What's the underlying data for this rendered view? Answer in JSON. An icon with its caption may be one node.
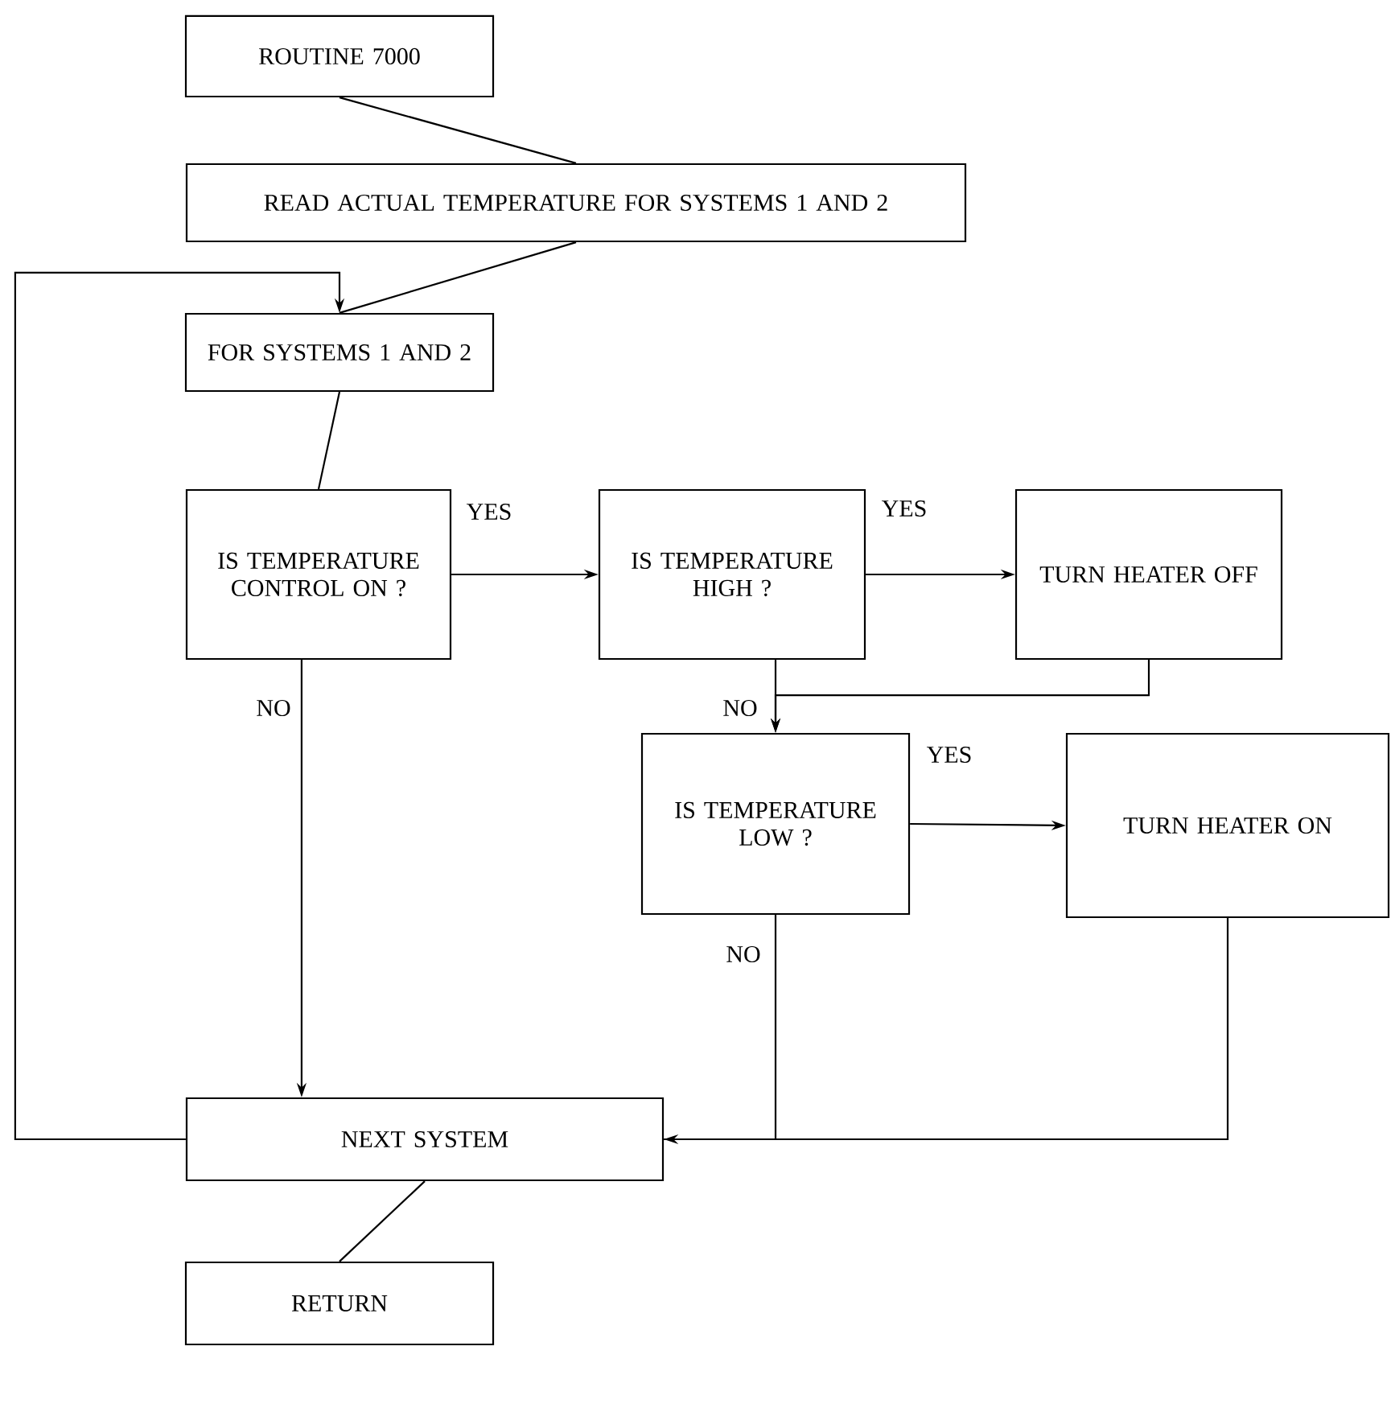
{
  "diagram": {
    "nodes": [
      {
        "text": [
          "ROUTINE 7000"
        ]
      },
      {
        "text": [
          "READ ACTUAL TEMPERATURE FOR SYSTEMS 1 AND 2"
        ]
      },
      {
        "text": [
          "FOR SYSTEMS 1 AND 2"
        ]
      },
      {
        "text": [
          "IS TEMPERATURE CONTROL ON ?"
        ]
      },
      {
        "text": [
          "IS TEMPERATURE HIGH ?"
        ]
      },
      {
        "text": [
          "TURN HEATER OFF"
        ]
      },
      {
        "text": [
          "IS TEMPERATURE LOW ?"
        ]
      },
      {
        "text": [
          "TURN HEATER ON"
        ]
      },
      {
        "text": [
          "NEXT SYSTEM"
        ]
      },
      {
        "text": [
          "RETURN"
        ]
      }
    ],
    "edges": [
      {
        "from": 0,
        "to": 1,
        "arrow": "none"
      },
      {
        "from": 1,
        "to": 2,
        "arrow": "none"
      },
      {
        "from": 2,
        "to": 3,
        "arrow": "none"
      },
      {
        "from": 3,
        "to": 4,
        "arrow": "to",
        "label": "YES"
      },
      {
        "from": 4,
        "to": 5,
        "arrow": "to",
        "label": "YES"
      },
      {
        "from": 4,
        "to": 6,
        "arrow": "to",
        "label": "NO"
      },
      {
        "from": 5,
        "to": 6,
        "arrow": "to"
      },
      {
        "from": 6,
        "to": 7,
        "arrow": "to",
        "label": "YES"
      },
      {
        "from": 3,
        "to": 8,
        "arrow": "to",
        "label": "NO"
      },
      {
        "from": 6,
        "to": 8,
        "arrow": "to",
        "label": "NO"
      },
      {
        "from": 7,
        "to": 8,
        "arrow": "none"
      },
      {
        "from": 8,
        "to": 2,
        "arrow": "to"
      },
      {
        "from": 8,
        "to": 9,
        "arrow": "none"
      }
    ]
  }
}
